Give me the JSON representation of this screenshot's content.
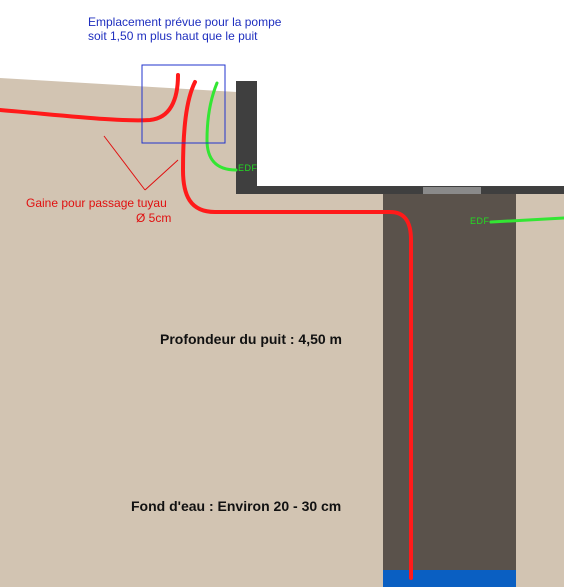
{
  "labels": {
    "pump_location_line1": "Emplacement prévue pour la pompe",
    "pump_location_line2": "soit 1,50 m plus haut que le puit",
    "sleeve_line1": "Gaine pour passage tuyau",
    "sleeve_line2": "Ø 5cm",
    "edf_top": "EDF",
    "edf_right": "EDF",
    "well_depth": "Profondeur du puit : 4,50 m",
    "water_bottom": "Fond d'eau : Environ 20 - 30 cm"
  },
  "colors": {
    "ground": "#d2c4b2",
    "wall": "#3f3f3f",
    "well_shaft": "#5a524b",
    "well_cover": "#8a8a8a",
    "water": "#0a5fc2",
    "pipe_red": "#ff1a1a",
    "cable_green": "#33e633",
    "pump_box": "#2233cc",
    "note_blue": "#1f2fbf",
    "note_red": "#e01010"
  }
}
